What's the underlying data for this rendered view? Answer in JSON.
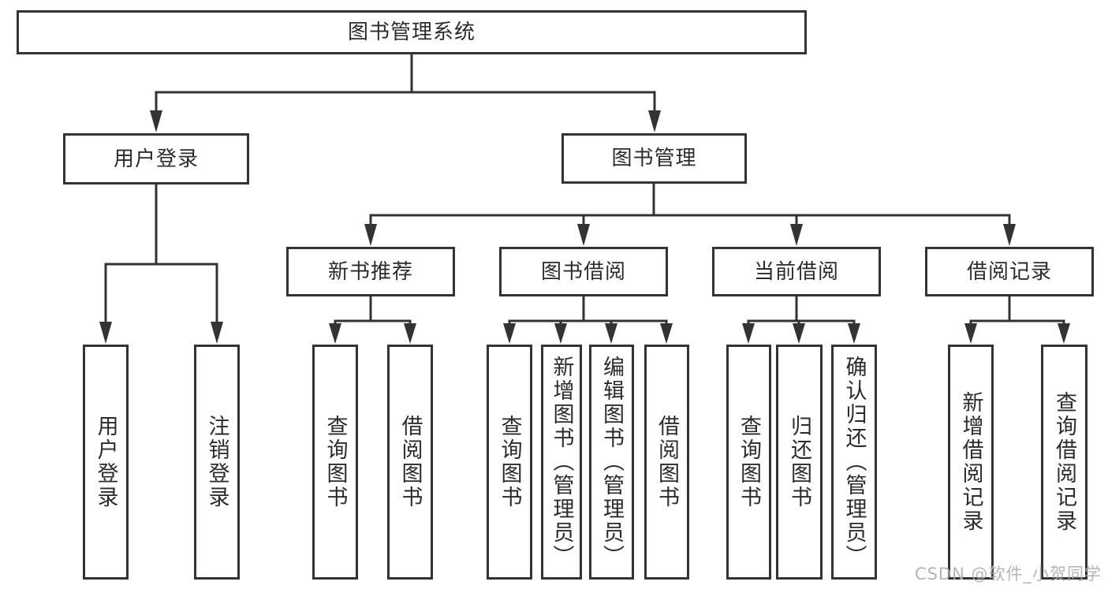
{
  "diagram": {
    "title": "functional-structure-chart",
    "root": {
      "label": "图书管理系统"
    },
    "branches": [
      {
        "label": "用户登录",
        "children": [
          {
            "label": "用户登录"
          },
          {
            "label": "注销登录"
          }
        ]
      },
      {
        "label": "图书管理",
        "children": [
          {
            "label": "新书推荐",
            "children": [
              {
                "label": "查询图书"
              },
              {
                "label": "借阅图书"
              }
            ]
          },
          {
            "label": "图书借阅",
            "children": [
              {
                "label": "查询图书"
              },
              {
                "label": "新增图书（管理员）"
              },
              {
                "label": "编辑图书（管理员）"
              },
              {
                "label": "借阅图书"
              }
            ]
          },
          {
            "label": "当前借阅",
            "children": [
              {
                "label": "查询图书"
              },
              {
                "label": "归还图书"
              },
              {
                "label": "确认归还（管理员）"
              }
            ]
          },
          {
            "label": "借阅记录",
            "children": [
              {
                "label": "新增借阅记录"
              },
              {
                "label": "查询借阅记录"
              }
            ]
          }
        ]
      }
    ]
  },
  "watermark": {
    "text": "CSDN @软件_小贺同学"
  },
  "colors": {
    "line": "#333333",
    "text": "#2b2b2b",
    "watermark": "#aeaeae",
    "background": "#ffffff"
  }
}
